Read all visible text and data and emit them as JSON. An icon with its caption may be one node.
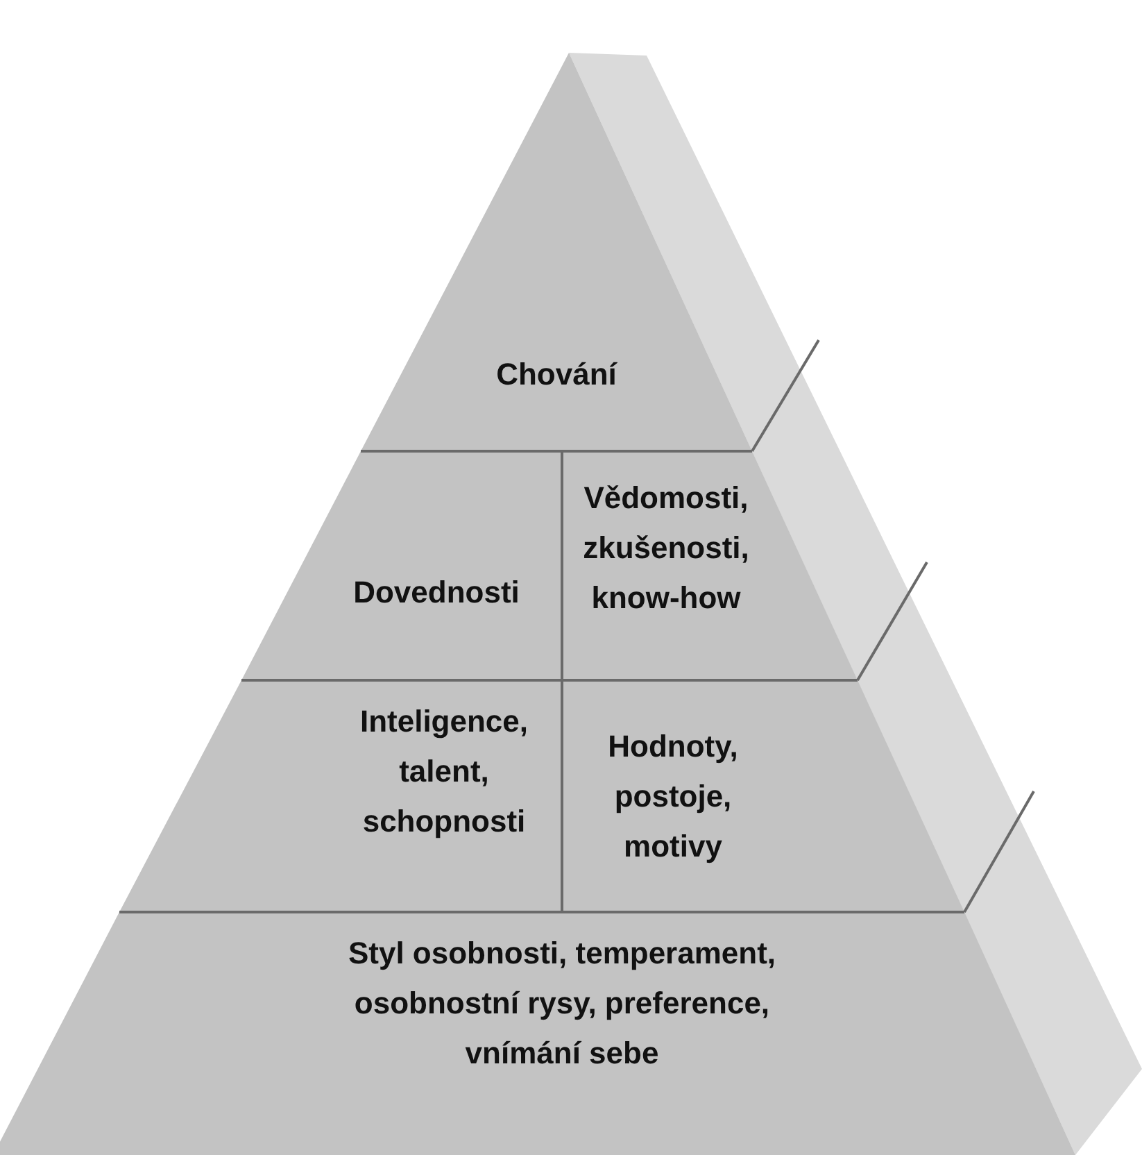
{
  "diagram": {
    "nodes": [
      {
        "text": [
          "Chování"
        ]
      },
      {
        "text": [
          "Dovednosti"
        ]
      },
      {
        "text": [
          "Vědomosti, zkušenosti, know-how"
        ]
      },
      {
        "text": [
          "Inteligence, talent, schopnosti"
        ]
      },
      {
        "text": [
          "Hodnoty, postoje, motivy"
        ]
      },
      {
        "text": [
          "Styl osobnosti, temperament, osobnostní rysy, preference, vnímání sebe"
        ]
      }
    ]
  }
}
